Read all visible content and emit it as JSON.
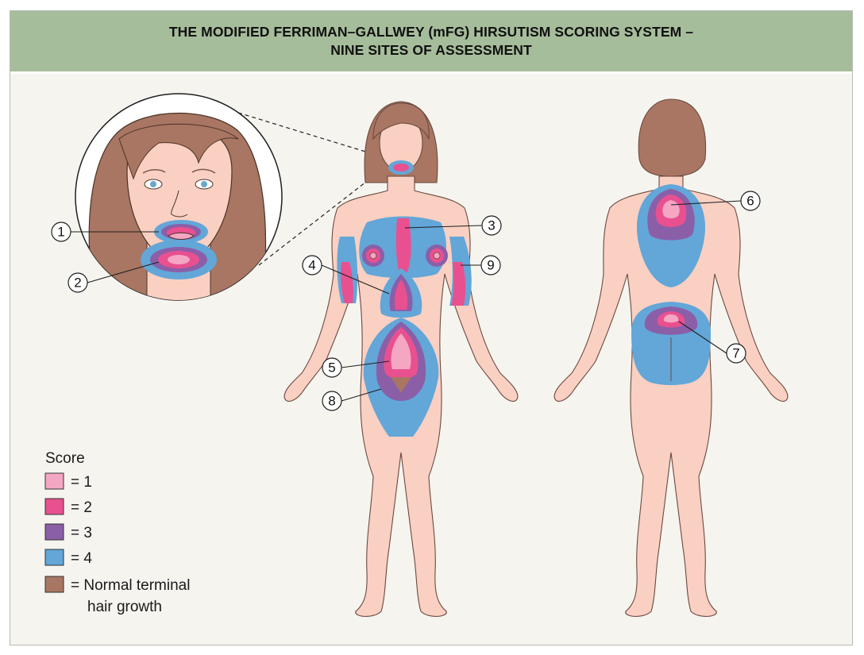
{
  "title": {
    "line1": "THE MODIFIED FERRIMAN–GALLWEY (mFG) HIRSUTISM SCORING SYSTEM –",
    "line2": "NINE SITES OF ASSESSMENT"
  },
  "colors": {
    "banner": "#a6bd9b",
    "background": "#f6f4ef",
    "skin": "#f9d0c2",
    "score_1": "#f4a6c3",
    "score_2": "#e9508f",
    "score_3": "#8a5fa8",
    "score_4": "#63a6d8",
    "normal_hair": "#a87662"
  },
  "legend": {
    "title": "Score",
    "items": [
      {
        "label": "= 1",
        "color": "#f4a6c3"
      },
      {
        "label": "= 2",
        "color": "#e9508f"
      },
      {
        "label": "= 3",
        "color": "#8a5fa8"
      },
      {
        "label": "= 4",
        "color": "#63a6d8"
      },
      {
        "label": "= Normal terminal",
        "label2": "hair growth",
        "color": "#a87662"
      }
    ]
  },
  "sites": [
    "1",
    "2",
    "3",
    "4",
    "5",
    "6",
    "7",
    "8",
    "9"
  ]
}
